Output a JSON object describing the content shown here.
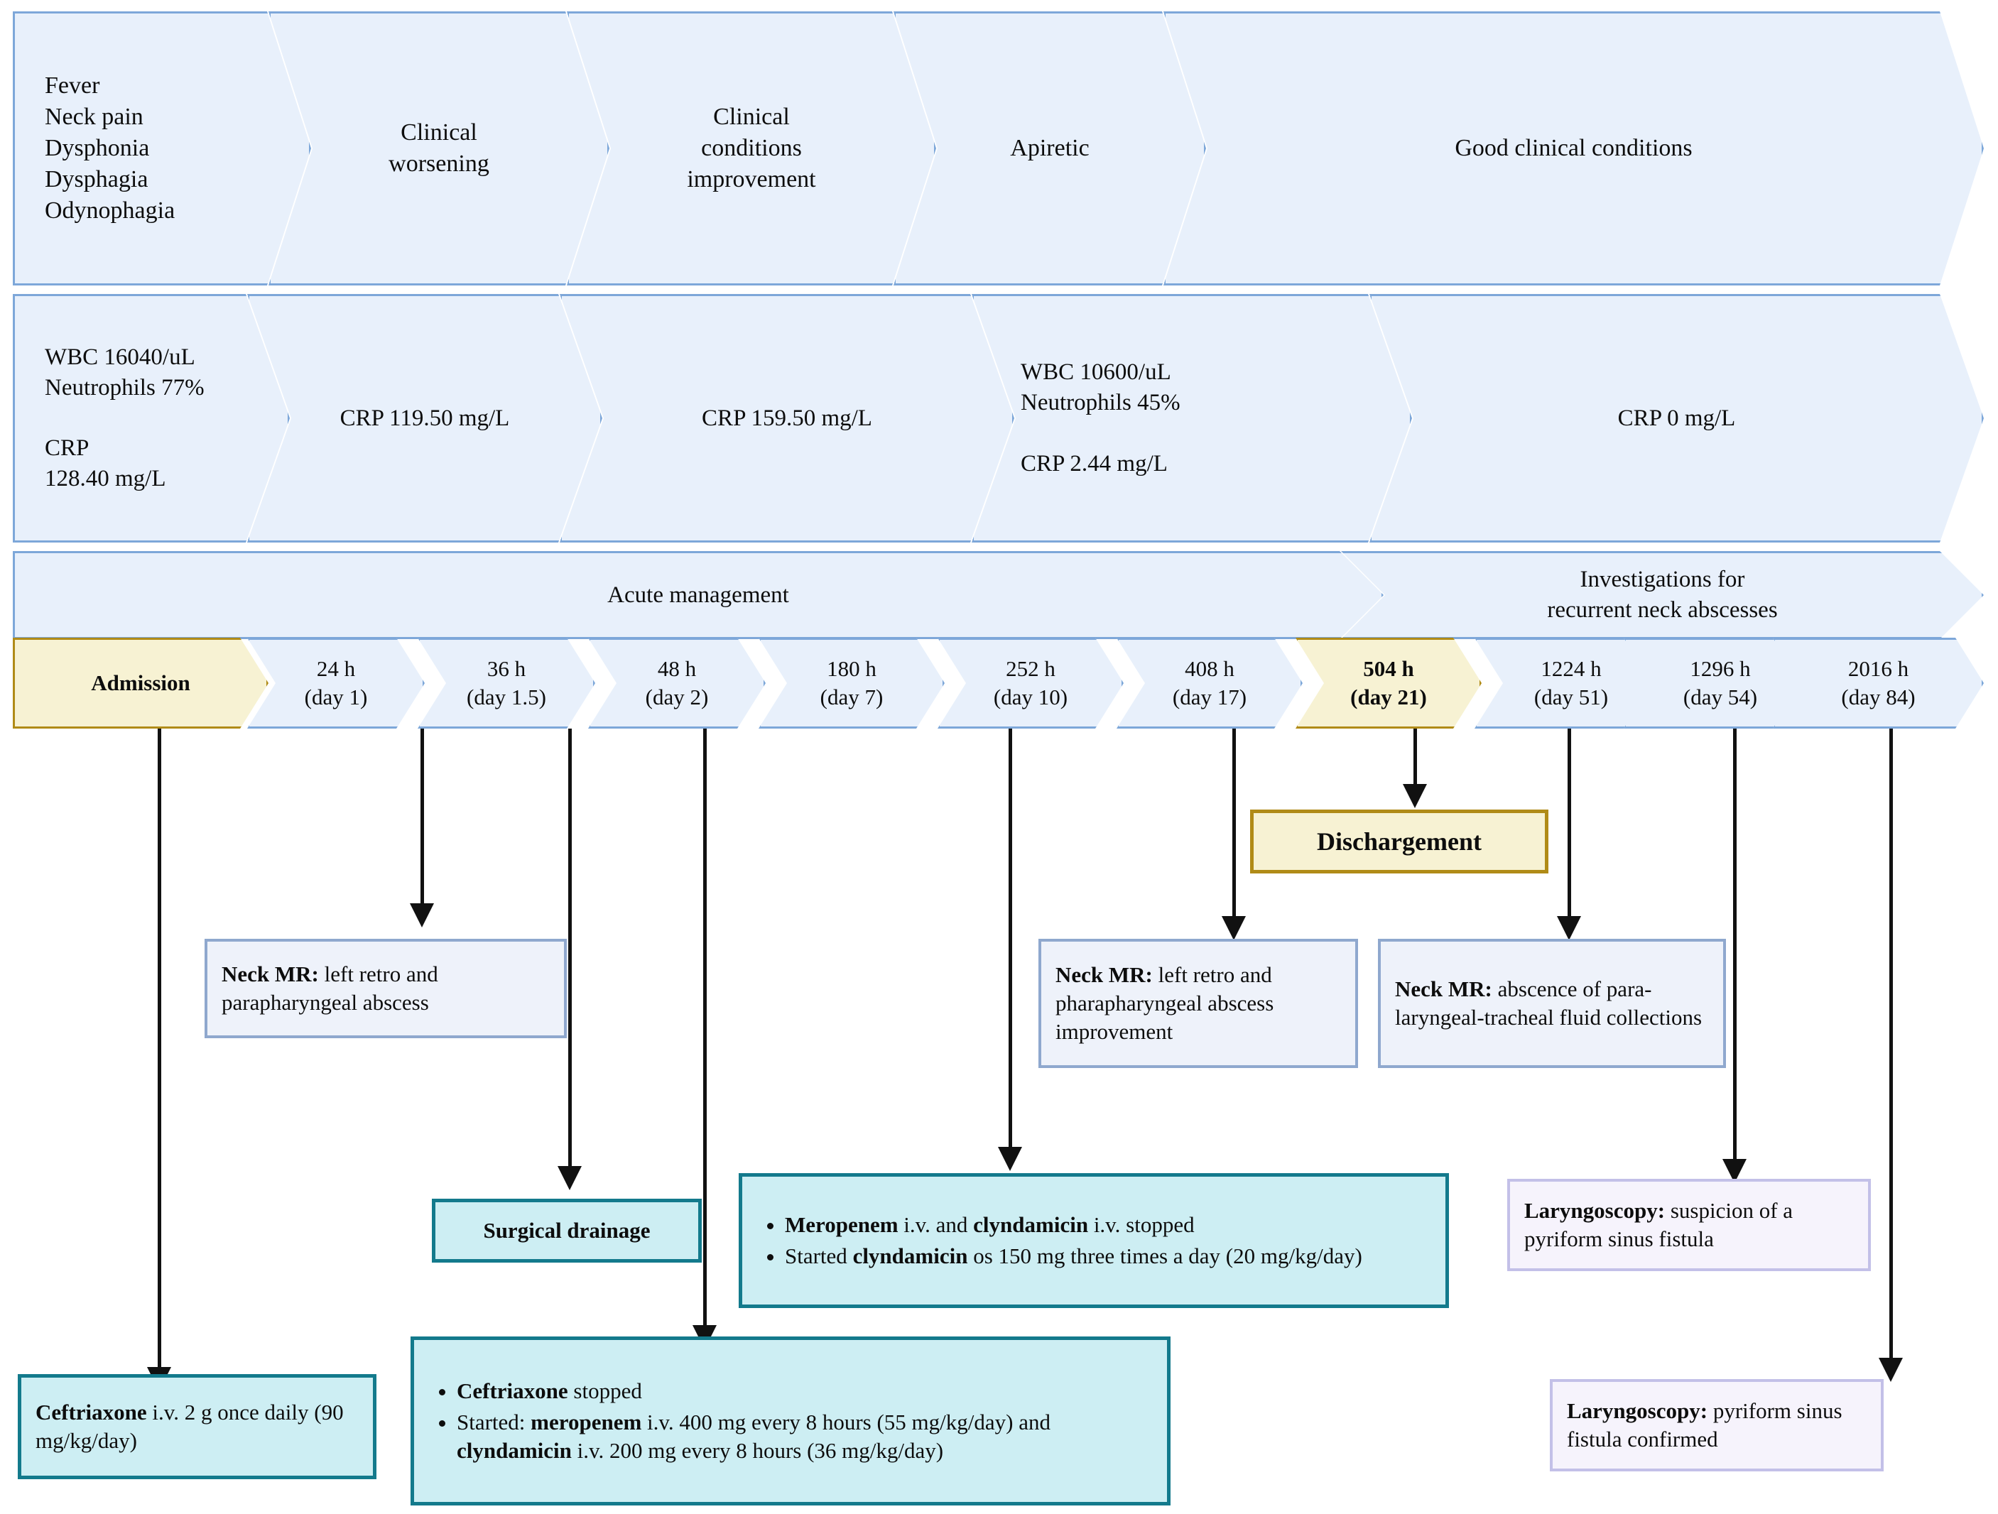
{
  "rows": {
    "clinical": [
      {
        "name": "symptoms",
        "text": "Fever\nNeck pain\nDysphonia\nDysphagia\nOdynophagia"
      },
      {
        "name": "clinical-worsening",
        "text": "Clinical\nworsening"
      },
      {
        "name": "clinical-improvement",
        "text": "Clinical\nconditions\nimprovement"
      },
      {
        "name": "apiretic",
        "text": "Apiretic"
      },
      {
        "name": "good-conditions",
        "text": "Good clinical conditions"
      }
    ],
    "labs": [
      {
        "name": "labs-admission",
        "text": "WBC 16040/uL\nNeutrophils 77%\n\nCRP\n128.40 mg/L"
      },
      {
        "name": "labs-24h",
        "text": "CRP 119.50 mg/L"
      },
      {
        "name": "labs-48h",
        "text": "CRP 159.50 mg/L"
      },
      {
        "name": "labs-252h",
        "text": "WBC 10600/uL\nNeutrophils 45%\n\nCRP 2.44 mg/L"
      },
      {
        "name": "labs-1224h",
        "text": "CRP 0 mg/L"
      }
    ],
    "phases": [
      {
        "name": "acute-management",
        "text": "Acute management"
      },
      {
        "name": "investigations",
        "text": "Investigations for\nrecurrent neck abscesses"
      }
    ],
    "timeline": [
      {
        "name": "admission",
        "text": "Admission",
        "highlight": true
      },
      {
        "name": "t-24h",
        "text": "24 h\n(day 1)",
        "highlight": false
      },
      {
        "name": "t-36h",
        "text": "36 h\n(day 1.5)",
        "highlight": false
      },
      {
        "name": "t-48h",
        "text": "48 h\n(day 2)",
        "highlight": false
      },
      {
        "name": "t-180h",
        "text": "180 h\n(day 7)",
        "highlight": false
      },
      {
        "name": "t-252h",
        "text": "252 h\n(day 10)",
        "highlight": false
      },
      {
        "name": "t-408h",
        "text": "408 h\n(day 17)",
        "highlight": false
      },
      {
        "name": "t-504h",
        "text": "504 h\n(day 21)",
        "highlight": true
      },
      {
        "name": "t-1224h",
        "text": "1224 h\n(day 51)",
        "highlight": false
      },
      {
        "name": "t-1296h",
        "text": "1296 h\n(day 54)",
        "highlight": false
      },
      {
        "name": "t-2016h",
        "text": "2016 h\n(day 84)",
        "highlight": false
      }
    ]
  },
  "callouts": {
    "discharge": "Dischargement",
    "neck_mr_24h": {
      "label": "Neck MR:",
      "rest": " left retro and parapharyngeal abscess"
    },
    "neck_mr_408h": {
      "label": "Neck MR:",
      "rest": " left retro and pharapharyngeal abscess improvement"
    },
    "neck_mr_1224h": {
      "label": "Neck MR:",
      "rest": " abscence of para-laryngeal-tracheal fluid collections"
    },
    "surgical_drainage": "Surgical drainage",
    "ceftriaxone_admission": {
      "drug": "Ceftriaxone",
      "rest": " i.v. 2 g once daily (90 mg/kg/day)"
    },
    "switch_48h": {
      "item1_drug": "Ceftriaxone",
      "item1_rest": " stopped",
      "item2_pre": "Started: ",
      "item2_drug1": "meropenem",
      "item2_mid": " i.v. 400 mg every 8 hours (55 mg/kg/day) and ",
      "item2_drug2": "clyndamicin",
      "item2_post": " i.v. 200 mg every 8 hours (36 mg/kg/day)"
    },
    "switch_180h": {
      "item1_drug1": "Meropenem",
      "item1_mid": " i.v. and ",
      "item1_drug2": "clyndamicin",
      "item1_post": " i.v. stopped",
      "item2_pre": "Started ",
      "item2_drug": "clyndamicin",
      "item2_post": " os 150 mg three times a day (20 mg/kg/day)"
    },
    "laryngoscopy_1296h": {
      "label": "Laryngoscopy:",
      "rest": " suspicion of a pyriform sinus fistula"
    },
    "laryngoscopy_2016h": {
      "label": "Laryngoscopy:",
      "rest": " pyriform sinus fistula confirmed"
    }
  },
  "colors": {
    "chevron_fill": "#e8f0fb",
    "chevron_border": "#7da7d9",
    "highlight_fill": "#f7f2d3",
    "highlight_border": "#b08b17",
    "teal_fill": "#cdeef3",
    "teal_border": "#137a8c",
    "violet_fill": "#f6f3fc",
    "violet_border": "#c3c0e8",
    "blue_box_fill": "#eef2fa",
    "blue_box_border": "#8fa8ce",
    "connector": "#111111"
  }
}
